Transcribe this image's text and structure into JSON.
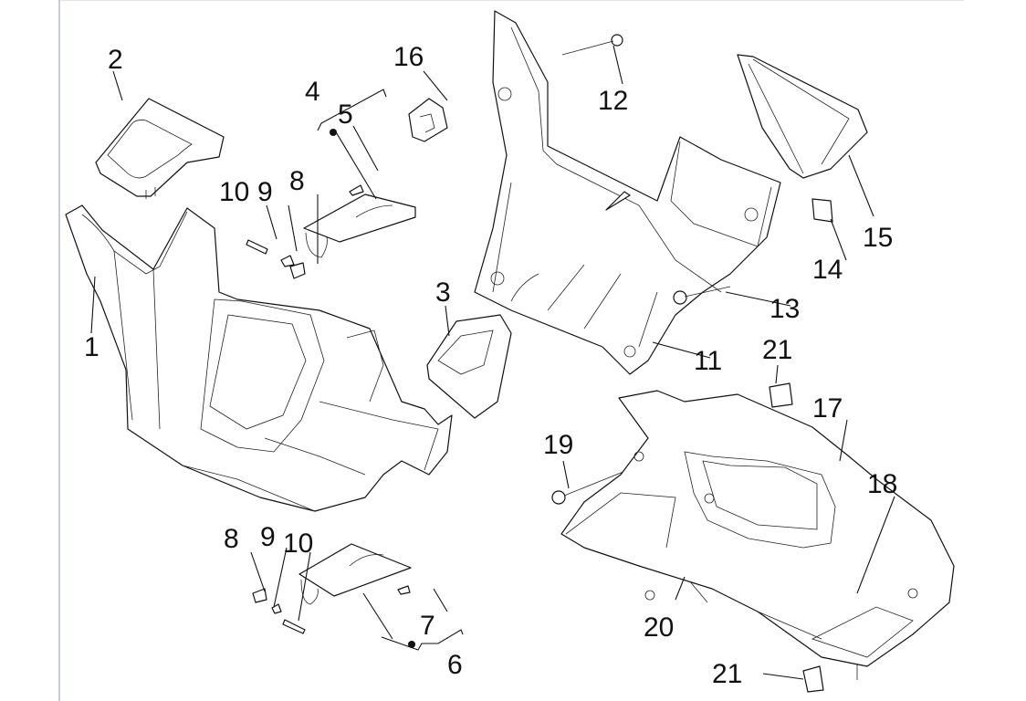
{
  "diagram": {
    "type": "exploded-parts-view",
    "subject": "front shield / handlebar cover assembly",
    "callouts": [
      {
        "id": "c1",
        "text": "1"
      },
      {
        "id": "c2",
        "text": "2"
      },
      {
        "id": "c3",
        "text": "3"
      },
      {
        "id": "c4",
        "text": "4"
      },
      {
        "id": "c5",
        "text": "5"
      },
      {
        "id": "c6",
        "text": "6"
      },
      {
        "id": "c7",
        "text": "7"
      },
      {
        "id": "c8a",
        "text": "8"
      },
      {
        "id": "c8b",
        "text": "8"
      },
      {
        "id": "c9a",
        "text": "9"
      },
      {
        "id": "c9b",
        "text": "9"
      },
      {
        "id": "c10a",
        "text": "10"
      },
      {
        "id": "c10b",
        "text": "10"
      },
      {
        "id": "c11",
        "text": "11"
      },
      {
        "id": "c12",
        "text": "12"
      },
      {
        "id": "c13",
        "text": "13"
      },
      {
        "id": "c14",
        "text": "14"
      },
      {
        "id": "c15",
        "text": "15"
      },
      {
        "id": "c16",
        "text": "16"
      },
      {
        "id": "c17",
        "text": "17"
      },
      {
        "id": "c18",
        "text": "18"
      },
      {
        "id": "c19",
        "text": "19"
      },
      {
        "id": "c20",
        "text": "20"
      },
      {
        "id": "c21a",
        "text": "21"
      },
      {
        "id": "c21b",
        "text": "21"
      }
    ]
  }
}
